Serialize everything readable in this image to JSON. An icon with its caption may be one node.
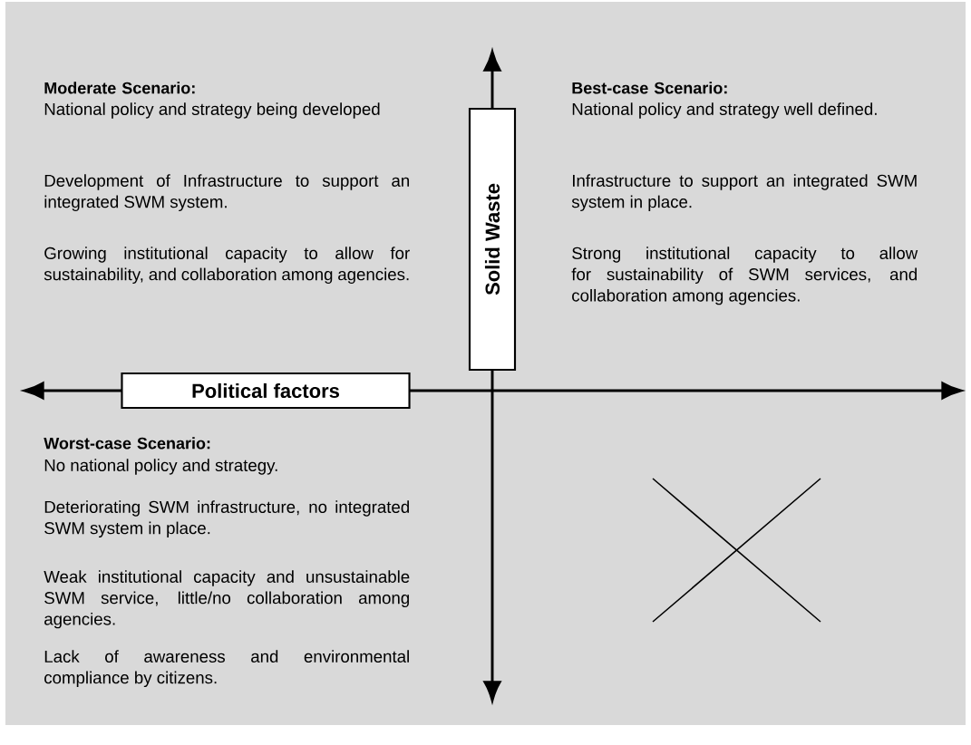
{
  "diagram": {
    "nodes": [
      {
        "text": [
          "Political factors"
        ]
      },
      {
        "text": [
          "Solid Waste"
        ]
      }
    ],
    "labels": [
      "Moderate Scenario:",
      "National policy and strategy being developed",
      "Development of Infrastructure to support an integrated SWM system.",
      "Growing institutional capacity to allow for sustainability, and collaboration among agencies.",
      "Best-case Scenario:",
      "National policy and strategy well defined.",
      "Infrastructure to support an integrated SWM system in place.",
      "Strong institutional capacity to allow for sustainability of SWM services, and collaboration among agencies.",
      "Worst-case Scenario:",
      "No national policy and strategy.",
      "Deteriorating SWM infrastructure, no integrated SWM system in place.",
      "Weak institutional capacity and unsustainable SWM service, little/no collaboration among agencies.",
      "Lack of awareness and environmental compliance by citizens."
    ]
  }
}
